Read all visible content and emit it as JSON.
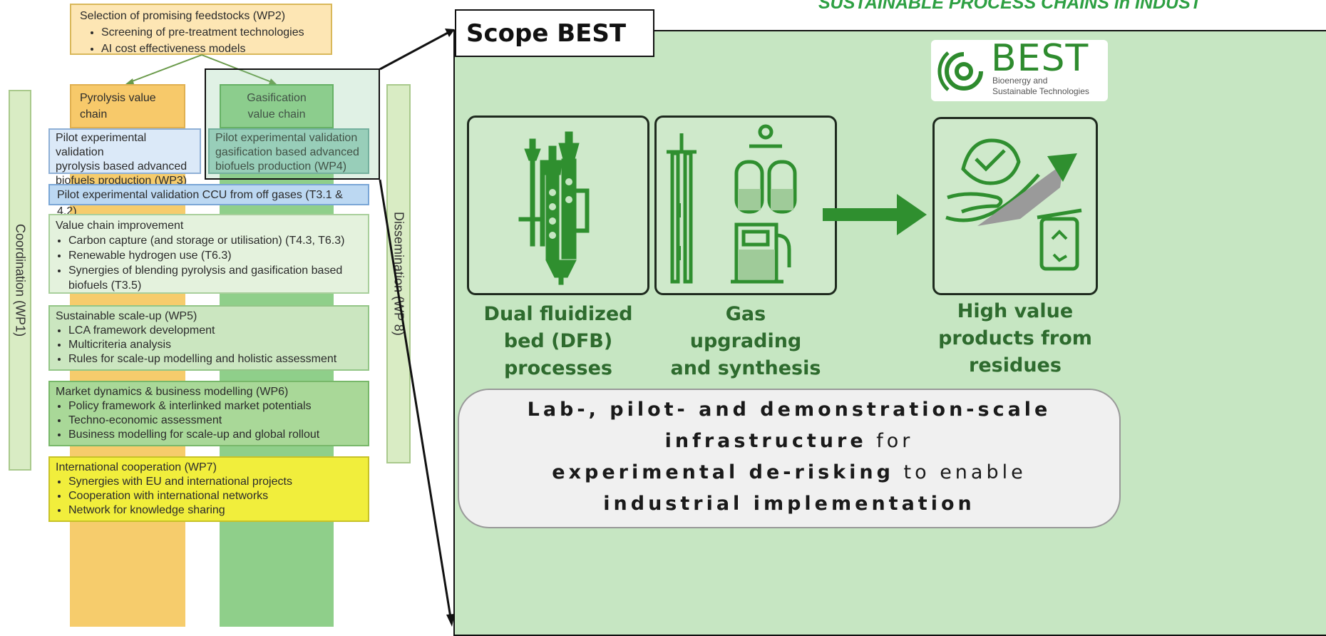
{
  "header": {
    "partial_title": "SUSTAINABLE PROCESS CHAINS in INDUST"
  },
  "left": {
    "wp2": {
      "title": "Selection of promising feedstocks (WP2)",
      "items": [
        "Screening of pre-treatment technologies",
        "AI cost effectiveness models"
      ]
    },
    "pyrolysis_chain": [
      "Pyrolysis value",
      "chain"
    ],
    "gasification_chain": [
      "Gasification",
      "value chain"
    ],
    "wp3": [
      "Pilot experimental validation",
      "pyrolysis based advanced",
      "biofuels production (WP3)"
    ],
    "wp4": [
      "Pilot experimental validation",
      "gasification based advanced",
      "biofuels production (WP4)"
    ],
    "ccu": "Pilot experimental validation CCU from off gases (T3.1 & 4.2)",
    "value_chain": {
      "title": "Value chain improvement",
      "items": [
        "Carbon capture (and storage or utilisation) (T4.3, T6.3)",
        "Renewable hydrogen use (T6.3)",
        "Synergies of blending pyrolysis and gasification based biofuels (T3.5)"
      ]
    },
    "wp5": {
      "title": "Sustainable scale-up (WP5)",
      "items": [
        "LCA framework development",
        "Multicriteria analysis",
        "Rules for scale-up modelling and holistic assessment"
      ]
    },
    "wp6": {
      "title": "Market dynamics & business modelling (WP6)",
      "items": [
        "Policy framework & interlinked market potentials",
        "Techno-economic assessment",
        "Business modelling for scale-up and global rollout"
      ]
    },
    "wp7": {
      "title": "International cooperation (WP7)",
      "items": [
        "Synergies with EU and international projects",
        "Cooperation with international networks",
        "Network for knowledge sharing"
      ]
    },
    "coordination": "Coordination (WP1)",
    "dissemination": "Dissemination (WP 8)"
  },
  "scope": {
    "label": "Scope BEST",
    "logo": {
      "name": "BEST",
      "subtitle_lines": [
        "Bioenergy and",
        "Sustainable Technologies"
      ]
    },
    "captions": {
      "dfb": [
        "Dual fluidized",
        "bed (DFB)",
        "processes"
      ],
      "gas": [
        "Gas",
        "upgrading",
        "and synthesis"
      ],
      "products": [
        "High value",
        "products from",
        "residues"
      ]
    },
    "statement": {
      "line1": "Lab-, pilot- and demonstration-scale",
      "line2_bold": "infrastructure",
      "line2_rest": " for",
      "line3_bold": "experimental de-risking",
      "line3_rest": " to enable",
      "line4": "industrial implementation"
    }
  },
  "colors": {
    "green_panel": "#c6e6c2",
    "dark_green": "#2f8f2f",
    "title_green": "#2ea043",
    "yellow_box": "#fde6b4",
    "orange_lane": "#f6cc6c",
    "green_lane": "#8fcf8a",
    "blue_box": "#dbe9f8",
    "wp7_yellow": "#f1ee3c"
  }
}
